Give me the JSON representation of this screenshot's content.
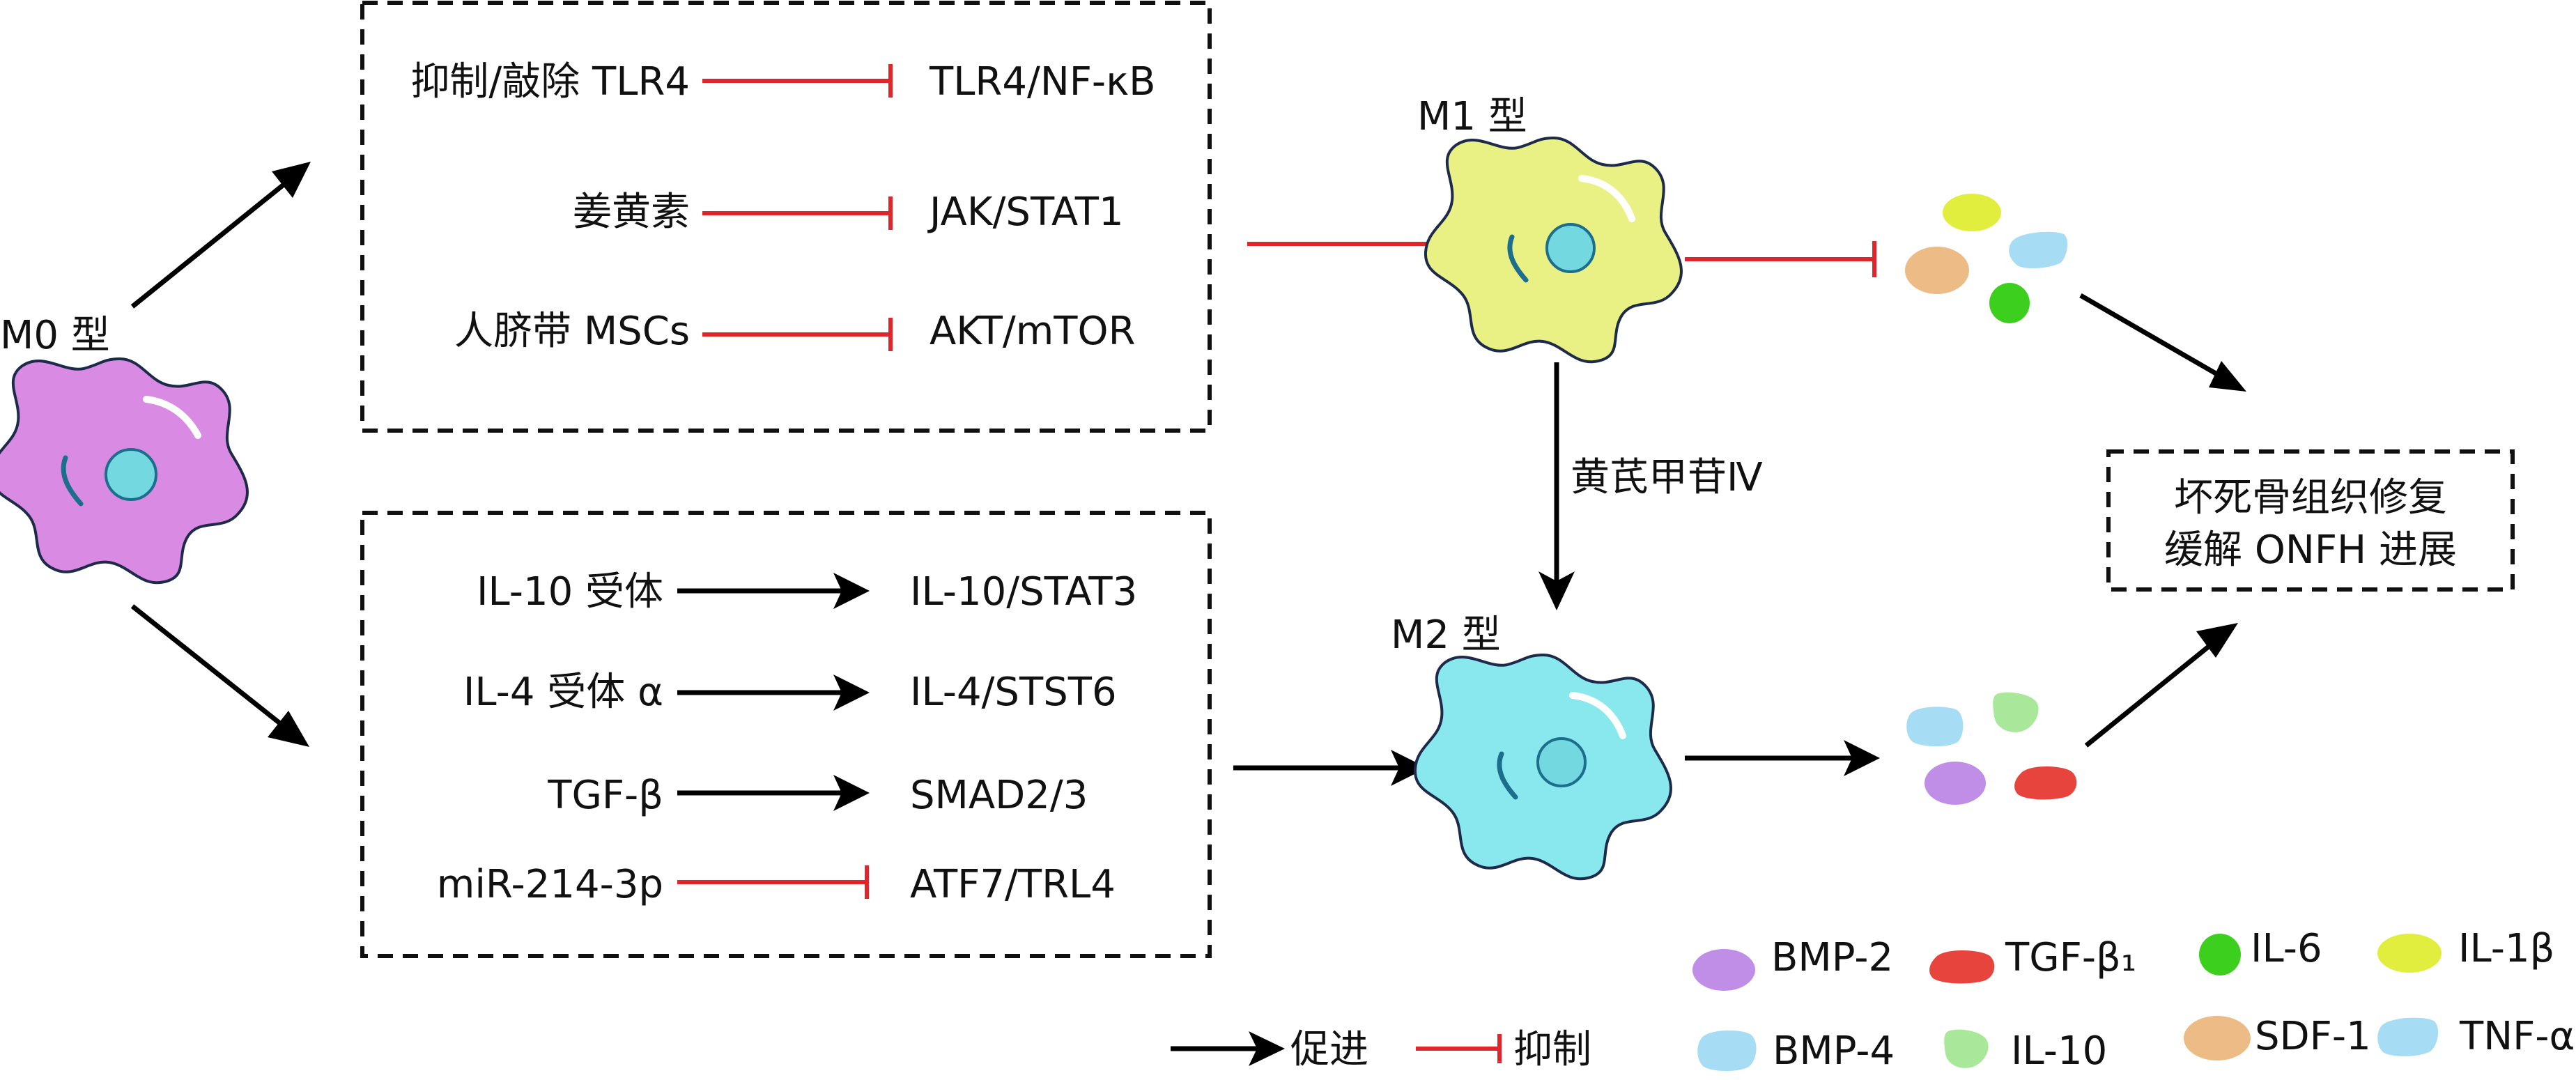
{
  "cells": {
    "m0": "M0  型",
    "m1": "M1  型",
    "m2": "M2  型"
  },
  "upper_box": {
    "rows": [
      {
        "left": "抑制/敲除  TLR4",
        "right": "TLR4/NF-κB",
        "relation": "inhibit"
      },
      {
        "left": "姜黄素",
        "right": "JAK/STAT1",
        "relation": "inhibit"
      },
      {
        "left": "人脐带 MSCs",
        "right": "AKT/mTOR",
        "relation": "inhibit"
      }
    ]
  },
  "lower_box": {
    "rows": [
      {
        "left": "IL-10 受体",
        "right": "IL-10/STAT3",
        "relation": "promote"
      },
      {
        "left": "IL-4 受体  α",
        "right": "IL-4/STST6",
        "relation": "promote"
      },
      {
        "left": "TGF-β",
        "right": "SMAD2/3",
        "relation": "promote"
      },
      {
        "left": "miR-214-3p",
        "right": "ATF7/TRL4",
        "relation": "inhibit"
      }
    ]
  },
  "middle_label": "黄芪甲苷Ⅳ",
  "outcome": {
    "line1": "坏死骨组织修复",
    "line2": "缓解  ONFH 进展"
  },
  "legend_arrows": {
    "promote": "促进",
    "inhibit": "抑制"
  },
  "legend_factors": [
    {
      "name": "BMP-2",
      "color": "#c08ee6"
    },
    {
      "name": "TGF-β₁",
      "color": "#e8443e"
    },
    {
      "name": "IL-6",
      "color": "#3ccf1e"
    },
    {
      "name": "IL-1β",
      "color": "#e2ee3e"
    },
    {
      "name": "BMP-4",
      "color": "#a6dcf4"
    },
    {
      "name": "IL-10",
      "color": "#a9e89a"
    },
    {
      "name": "SDF-1",
      "color": "#ecbb86"
    },
    {
      "name": "TNF-α",
      "color": "#a6dcf4"
    }
  ],
  "colors": {
    "m0_cell": "#d98ae2",
    "m1_cell": "#e9f185",
    "m2_cell": "#89e8ee",
    "nucleus": "#73d8e0",
    "inhibit_line": "#e0262a",
    "promote_line": "#000000"
  }
}
